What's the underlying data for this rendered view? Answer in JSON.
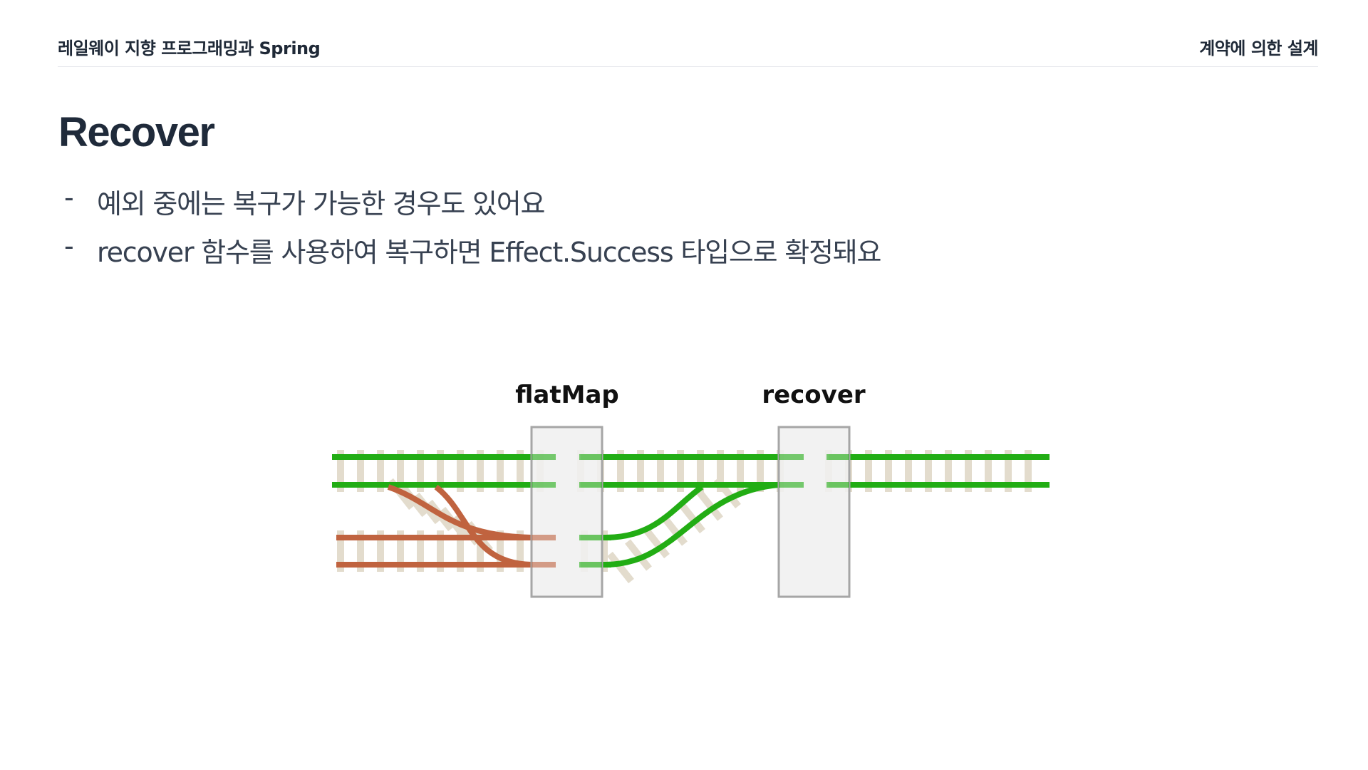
{
  "header": {
    "left": "레일웨이 지향 프로그래밍과 Spring",
    "right": "계약에 의한 설계"
  },
  "title": "Recover",
  "bullets": [
    "예외 중에는 복구가 가능한 경우도 있어요",
    "recover 함수를 사용하여 복구하면 Effect.Success 타입으로 확정돼요"
  ],
  "bullet_marker": "-",
  "diagram": {
    "labels": {
      "first_gate": "flatMap",
      "second_gate": "recover"
    },
    "colors": {
      "success_track": "#22ad14",
      "failure_track": "#c0633f",
      "sleepers": "#e3dccd",
      "gate_fill": "#f0f0f0",
      "gate_border": "#a6a6a6"
    }
  }
}
